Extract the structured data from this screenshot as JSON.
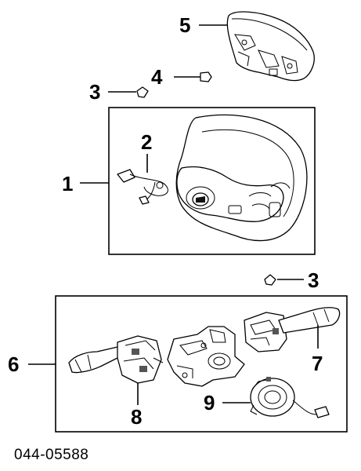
{
  "callouts": {
    "c1": "1",
    "c2": "2",
    "c3_top": "3",
    "c3_mid": "3",
    "c4": "4",
    "c5": "5",
    "c6": "6",
    "c7": "7",
    "c8": "8",
    "c9": "9"
  },
  "diagram_code": "044-05588"
}
